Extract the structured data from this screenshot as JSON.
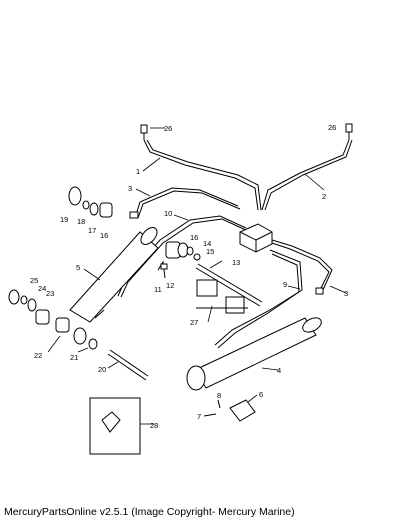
{
  "footer": "MercuryPartsOnline v2.5.1 (Image Copyright- Mercury Marine)",
  "callouts": {
    "c1": "1",
    "c2": "2",
    "c3a": "3",
    "c3b": "3",
    "c4": "4",
    "c5": "5",
    "c6": "6",
    "c7": "7",
    "c8": "8",
    "c9": "9",
    "c10": "10",
    "c11": "11",
    "c12": "12",
    "c13": "13",
    "c14": "14",
    "c15": "15",
    "c16a": "16",
    "c16b": "16",
    "c17": "17",
    "c18": "18",
    "c19": "19",
    "c20": "20",
    "c21": "21",
    "c22": "22",
    "c23": "23",
    "c24": "24",
    "c25": "25",
    "c26a": "26",
    "c26b": "26",
    "c27": "27",
    "c28": "28"
  }
}
